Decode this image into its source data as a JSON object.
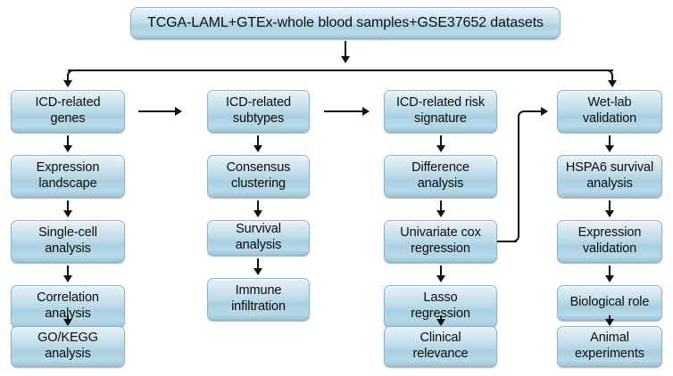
{
  "diagram": {
    "title_box": {
      "label": "TCGA-LAML+GTEx-whole blood samples+GSE37652 datasets"
    },
    "columns": [
      {
        "name": "icd-related-genes-pipeline",
        "boxes": [
          {
            "line1": "ICD-related",
            "line2": "genes"
          },
          {
            "line1": "Expression",
            "line2": "landscape"
          },
          {
            "line1": "Single-cell",
            "line2": "analysis"
          },
          {
            "line1": "Correlation",
            "line2": "analysis"
          },
          {
            "line1": "GO/KEGG",
            "line2": "analysis"
          }
        ]
      },
      {
        "name": "icd-related-subtypes-pipeline",
        "boxes": [
          {
            "line1": "ICD-related",
            "line2": "subtypes"
          },
          {
            "line1": "Consensus",
            "line2": "clustering"
          },
          {
            "line1": "Survival analysis",
            "line2": ""
          },
          {
            "line1": "Immune",
            "line2": "infiltration"
          }
        ]
      },
      {
        "name": "icd-related-risk-signature-pipeline",
        "boxes": [
          {
            "line1": "ICD-related risk",
            "line2": "signature"
          },
          {
            "line1": "Difference",
            "line2": "analysis"
          },
          {
            "line1": "Univariate cox",
            "line2": "regression"
          },
          {
            "line1": "Lasso",
            "line2": "regression"
          },
          {
            "line1": "Clinical",
            "line2": "relevance"
          }
        ]
      },
      {
        "name": "wet-lab-validation-pipeline",
        "boxes": [
          {
            "line1": "Wet-lab",
            "line2": "validation"
          },
          {
            "line1": "HSPA6 survival",
            "line2": "analysis"
          },
          {
            "line1": "Expression",
            "line2": "validation"
          },
          {
            "line1": "Biological role",
            "line2": ""
          },
          {
            "line1": "Animal",
            "line2": "experiments"
          }
        ]
      }
    ],
    "connectors": [
      {
        "name": "title-to-bus-arrow",
        "kind": "arrow-down"
      },
      {
        "name": "distribution-bus",
        "kind": "horizontal-bus"
      },
      {
        "name": "bus-to-column1-arrow",
        "kind": "arrow-down"
      },
      {
        "name": "bus-to-column4-arrow",
        "kind": "arrow-down"
      },
      {
        "name": "genes-to-subtypes-arrow",
        "kind": "arrow-right"
      },
      {
        "name": "subtypes-to-risk-signature-arrow",
        "kind": "arrow-right"
      },
      {
        "name": "univariate-cox-to-wet-lab-arrow",
        "kind": "elbow-arrow-right"
      }
    ],
    "colors": {
      "box_fill_light": "#e9f3f8",
      "box_fill_mid": "#bcdbe9",
      "box_fill_dark": "#9cc4d8",
      "box_border": "#8fb4c6",
      "connector": "#111111",
      "text": "#0d0d0d",
      "background": "#ffffff"
    }
  }
}
